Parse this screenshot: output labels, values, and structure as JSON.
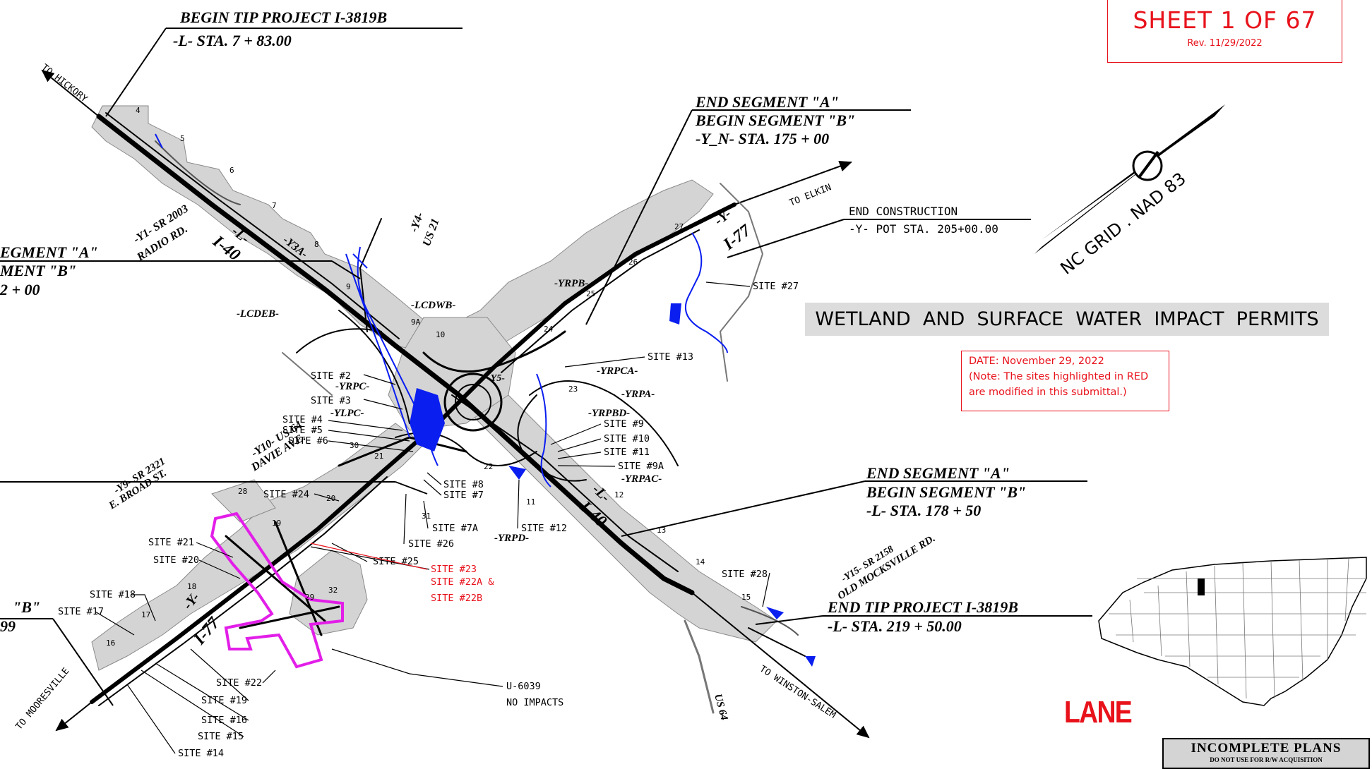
{
  "sheet": {
    "title": "SHEET 1 OF 67",
    "rev": "Rev. 11/29/2022"
  },
  "permits_banner": "WETLAND  AND  SURFACE  WATER  IMPACT  PERMITS",
  "note": {
    "line1": "DATE: November 29, 2022",
    "line2": "(Note: The sites highlighted in RED",
    "line3": "are modified in this submittal.)"
  },
  "north_arrow": {
    "text": "NC GRID . NAD 83"
  },
  "logo": "LANE",
  "stamp": {
    "line1": "INCOMPLETE PLANS",
    "line2": "DO NOT USE FOR R/W ACQUISITION"
  },
  "callouts": {
    "begin_project_1": "BEGIN  TIP  PROJECT  I-3819B",
    "begin_project_2": "-L-  STA. 7 + 83.00",
    "end_seg_a_top_1": "END  SEGMENT  \"A\"",
    "end_seg_a_top_2": "BEGIN  SEGMENT  \"B\"",
    "end_seg_a_top_3": "-Y_N-  STA. 175 + 00",
    "end_construction_1": "END CONSTRUCTION",
    "end_construction_2": "-Y- POT STA. 205+00.00",
    "end_seg_a_right_1": "END  SEGMENT  \"A\"",
    "end_seg_a_right_2": "BEGIN  SEGMENT  \"B\"",
    "end_seg_a_right_3": "-L-  STA. 178 + 50",
    "end_project_1": "END  TIP  PROJECT  I-3819B",
    "end_project_2": "-L-  STA. 219 + 50.00",
    "left_seg_1": "EGMENT  \"A\"",
    "left_seg_2": "MENT  \"B\"",
    "left_seg_3": "2 + 00",
    "left_b": "\"B\"",
    "left_99": "99"
  },
  "directions": {
    "hickory": "TO  HICKORY",
    "elkin": "TO  ELKIN",
    "winston": "TO  WINSTON-SALEM",
    "mooresville": "TO  MOORESVILLE"
  },
  "road_labels": {
    "radio_rd_1": "-Y1-  SR  2003",
    "radio_rd_2": "RADIO  RD.",
    "us21_1": "-Y4-",
    "us21_2": "US  21",
    "i40_top": "I-40",
    "l_top": "-L-",
    "y3a": "-Y3A-",
    "davie_1": "-Y10-  US  64",
    "davie_2": "DAVIE  AVE.",
    "broad_1": "-Y9-  SR  2321",
    "broad_2": "E. BROAD  ST.",
    "i77_top": "I-77",
    "y_top": "-Y-",
    "i40_bottom": "I-40",
    "l_bottom": "-L-",
    "i77_bottom": "I-77",
    "y_bottom": "-Y-",
    "old_mocks_1": "-Y15-  SR  2158",
    "old_mocks_2": "OLD  MOCKSVILLE  RD.",
    "us64": "US  64",
    "lcdeb": "-LCDEB-",
    "lcdwb": "-LCDWB-",
    "yrpc": "-YRPC-",
    "ylpc": "-YLPC-",
    "y5": "-Y5-",
    "yrpb": "-YRPB-",
    "yrpca": "-YRPCA-",
    "yrpa": "-YRPA-",
    "yrpbd": "-YRPBD-",
    "yrpac": "-YRPAC-",
    "yrpd": "-YRPD-"
  },
  "sites": {
    "s2": "SITE  #2",
    "s3": "SITE  #3",
    "s4": "SITE  #4",
    "s5": "SITE  #5",
    "s6": "SITE  #6",
    "s8": "SITE  #8",
    "s7": "SITE  #7",
    "s7a": "SITE  #7A",
    "s26": "SITE  #26",
    "s24": "SITE  #24",
    "s25": "SITE  #25",
    "s21": "SITE  #21",
    "s20": "SITE  #20",
    "s18": "SITE  #18",
    "s17": "SITE  #17",
    "s22": "SITE  #22",
    "s19": "SITE  #19",
    "s16": "SITE  #16",
    "s15": "SITE  #15",
    "s14": "SITE  #14",
    "s13": "SITE  #13",
    "s9": "SITE  #9",
    "s10": "SITE  #10",
    "s11": "SITE  #11",
    "s9a": "SITE  #9A",
    "s12": "SITE  #12",
    "s27": "SITE  #27",
    "s28": "SITE  #28",
    "s23": "SITE  #23",
    "s22a": "SITE  #22A  &",
    "s22b": "SITE  #22B",
    "u6039_1": "U-6039",
    "u6039_2": "NO  IMPACTS"
  },
  "sheet_numbers": [
    "4",
    "5",
    "6",
    "7",
    "8",
    "9",
    "9A",
    "10",
    "24",
    "25",
    "26",
    "27",
    "23",
    "22",
    "11",
    "12",
    "13",
    "14",
    "15",
    "30",
    "31",
    "21",
    "20",
    "28",
    "19",
    "18",
    "17",
    "16",
    "29",
    "32"
  ],
  "colors": {
    "red": "#e8121b",
    "blue": "#0a1ef0",
    "magenta": "#e21ee8",
    "gray": "#d4d4d4"
  }
}
